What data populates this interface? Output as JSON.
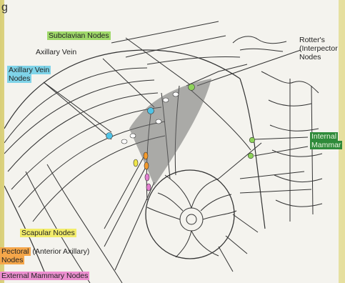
{
  "header_fragment": "g",
  "labels": {
    "subclavian": "Subclavian Nodes",
    "axillary_vein": "Axillary Vein",
    "axillary_vein_nodes_1": "Axillary Vein",
    "axillary_vein_nodes_2": "Nodes",
    "rotters_1": "Rotter's",
    "rotters_2": "(Interpector",
    "rotters_3": "Nodes",
    "internal_mammary_1": "Internal",
    "internal_mammary_2": "Mammar",
    "scapular": "Scapular Nodes",
    "pectoral_1a": "Pectoral",
    "pectoral_1b": "(Anterior Axillary)",
    "pectoral_2": "Nodes",
    "external_mammary": "External Mammary Nodes"
  },
  "colors": {
    "subclavian_highlight": "#9fd86a",
    "axillary_vein_highlight": "#7fd3e8",
    "internal_mammary_highlight": "#2f8a3a",
    "scapular_highlight": "#f2ec6a",
    "pectoral_highlight": "#f5a64a",
    "external_mammary_highlight": "#ec8fd0",
    "node_green": "#8ed35a",
    "node_blue": "#4fc3e6",
    "node_orange": "#f39a2c",
    "node_pink": "#e37fd0",
    "node_yellow": "#f0e64a"
  }
}
